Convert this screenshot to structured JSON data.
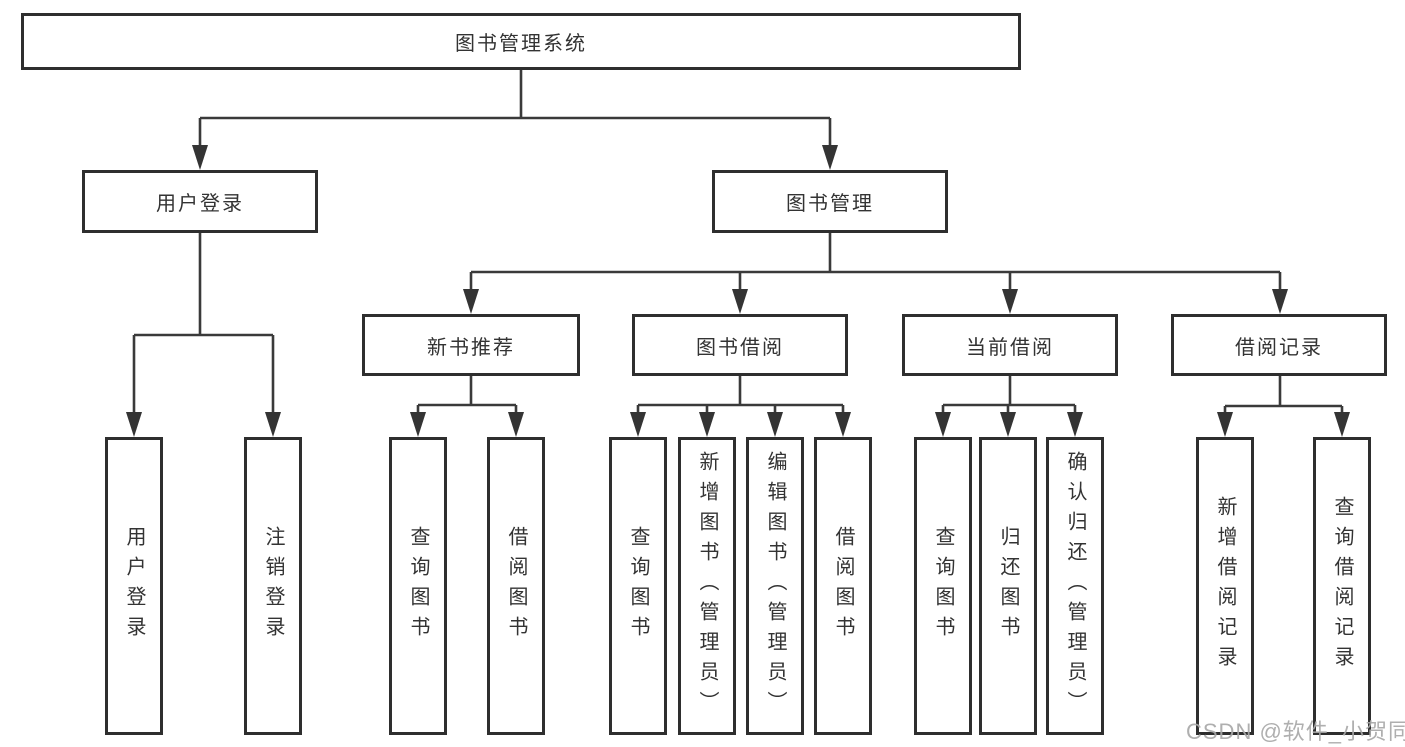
{
  "colors": {
    "line": "#3a3a3a",
    "border": "#2e2e2e",
    "text": "#333333",
    "watermark": "#a8a8a8",
    "background": "#ffffff"
  },
  "tree": {
    "label": "图书管理系统",
    "children": [
      {
        "label": "用户登录",
        "children": [
          {
            "label": "用户登录"
          },
          {
            "label": "注销登录"
          }
        ]
      },
      {
        "label": "图书管理",
        "children": [
          {
            "label": "新书推荐",
            "children": [
              {
                "label": "查询图书"
              },
              {
                "label": "借阅图书"
              }
            ]
          },
          {
            "label": "图书借阅",
            "children": [
              {
                "label": "查询图书"
              },
              {
                "label": "新增图书（管理员）"
              },
              {
                "label": "编辑图书（管理员）"
              },
              {
                "label": "借阅图书"
              }
            ]
          },
          {
            "label": "当前借阅",
            "children": [
              {
                "label": "查询图书"
              },
              {
                "label": "归还图书"
              },
              {
                "label": "确认归还（管理员）"
              }
            ]
          },
          {
            "label": "借阅记录",
            "children": [
              {
                "label": "新增借阅记录"
              },
              {
                "label": "查询借阅记录"
              }
            ]
          }
        ]
      }
    ]
  },
  "watermark": {
    "text": "CSDN @软件_小贺同学"
  }
}
